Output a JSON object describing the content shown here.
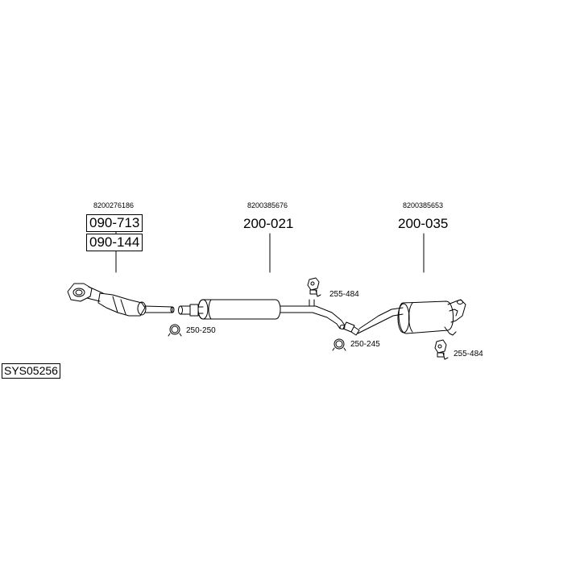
{
  "system_code": "SYS05256",
  "groups": [
    {
      "oe_number": "8200276186",
      "part_numbers": [
        "090-713",
        "090-144"
      ]
    },
    {
      "oe_number": "8200385676",
      "part_numbers": [
        "200-021"
      ]
    },
    {
      "oe_number": "8200385653",
      "part_numbers": [
        "200-035"
      ]
    }
  ],
  "fittings": [
    {
      "code": "250-250",
      "icon": "clamp-ring-icon"
    },
    {
      "code": "255-484",
      "icon": "rubber-hanger-icon"
    },
    {
      "code": "250-245",
      "icon": "clamp-ring-icon"
    },
    {
      "code": "255-484",
      "icon": "rubber-hanger-icon"
    }
  ]
}
